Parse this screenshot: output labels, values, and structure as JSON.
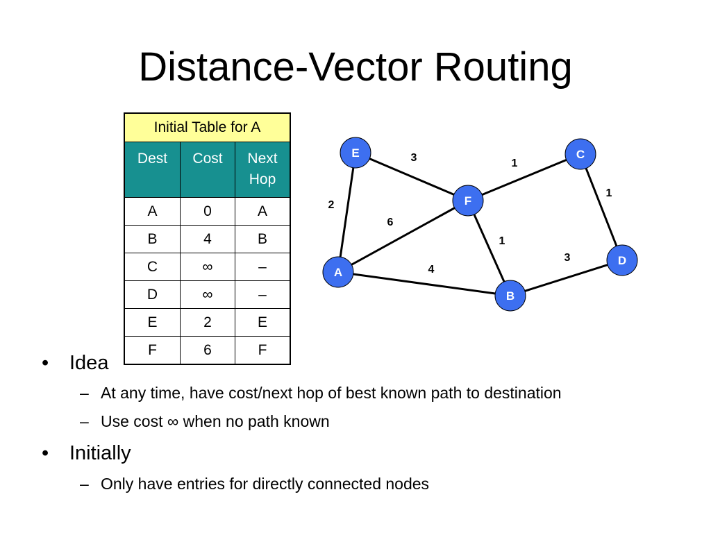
{
  "title": "Distance-Vector Routing",
  "table": {
    "caption": "Initial Table for A",
    "headers": [
      "Dest",
      "Cost",
      "Next Hop"
    ],
    "rows": [
      [
        "A",
        "0",
        "A"
      ],
      [
        "B",
        "4",
        "B"
      ],
      [
        "C",
        "∞",
        "–"
      ],
      [
        "D",
        "∞",
        "–"
      ],
      [
        "E",
        "2",
        "E"
      ],
      [
        "F",
        "6",
        "F"
      ]
    ]
  },
  "graph": {
    "node_color": "#3d6ff0",
    "nodes": [
      {
        "id": "E",
        "label": "E"
      },
      {
        "id": "C",
        "label": "C"
      },
      {
        "id": "F",
        "label": "F"
      },
      {
        "id": "A",
        "label": "A"
      },
      {
        "id": "D",
        "label": "D"
      },
      {
        "id": "B",
        "label": "B"
      }
    ],
    "edges": [
      {
        "from": "E",
        "to": "F",
        "cost": "3"
      },
      {
        "from": "F",
        "to": "C",
        "cost": "1"
      },
      {
        "from": "C",
        "to": "D",
        "cost": "1"
      },
      {
        "from": "E",
        "to": "A",
        "cost": "2"
      },
      {
        "from": "A",
        "to": "F",
        "cost": "6"
      },
      {
        "from": "F",
        "to": "B",
        "cost": "1"
      },
      {
        "from": "B",
        "to": "D",
        "cost": "3"
      },
      {
        "from": "A",
        "to": "B",
        "cost": "4"
      }
    ]
  },
  "bullets": {
    "marker": "•",
    "sub_marker": "–",
    "idea": "Idea",
    "idea_sub1": "At any time, have cost/next hop of best known path to destination",
    "idea_sub2": "Use cost ∞ when no path known",
    "initially": "Initially",
    "initially_sub1": "Only have entries for directly connected nodes"
  }
}
